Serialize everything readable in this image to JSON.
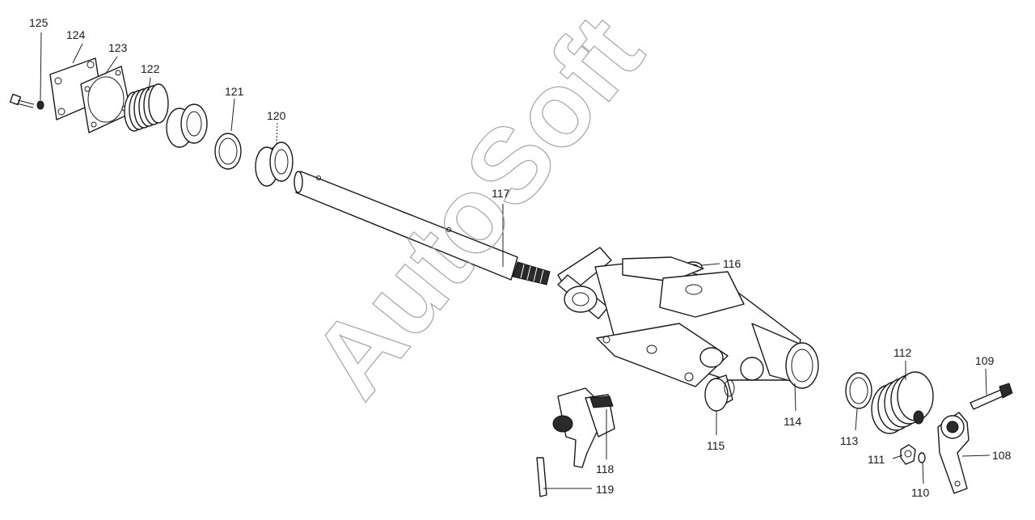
{
  "watermark": "AutoSoft",
  "callouts": {
    "c108": "108",
    "c109": "109",
    "c110": "110",
    "c111": "111",
    "c112": "112",
    "c113": "113",
    "c114": "114",
    "c115": "115",
    "c116": "116",
    "c117": "117",
    "c118": "118",
    "c119": "119",
    "c120": "120",
    "c121": "121",
    "c122": "122",
    "c123": "123",
    "c124": "124",
    "c125": "125"
  }
}
